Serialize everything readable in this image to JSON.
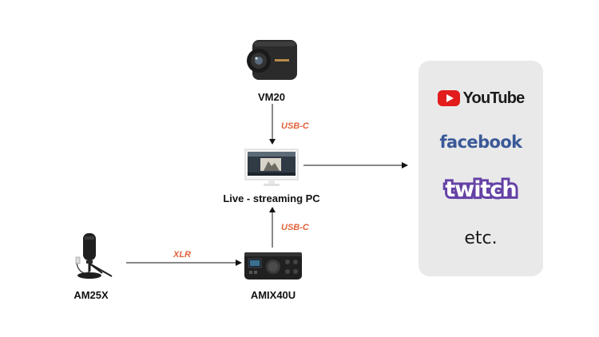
{
  "nodes": {
    "camera": {
      "label": "VM20"
    },
    "pc": {
      "label": "Live - streaming PC"
    },
    "microphone": {
      "label": "AM25X"
    },
    "mixer": {
      "label": "AMIX40U"
    }
  },
  "connections": {
    "camera_to_pc": "USB-C",
    "mixer_to_pc": "USB-C",
    "mic_to_mixer": "XLR"
  },
  "platforms": {
    "youtube": "YouTube",
    "facebook": "facebook",
    "twitch": "twitch",
    "etc": "etc."
  },
  "colors": {
    "connection_label": "#e0623a",
    "youtube_red": "#e21b1b",
    "facebook_blue": "#3b5998",
    "twitch_purple": "#6441a5",
    "panel_bg": "#e9e9ea"
  }
}
